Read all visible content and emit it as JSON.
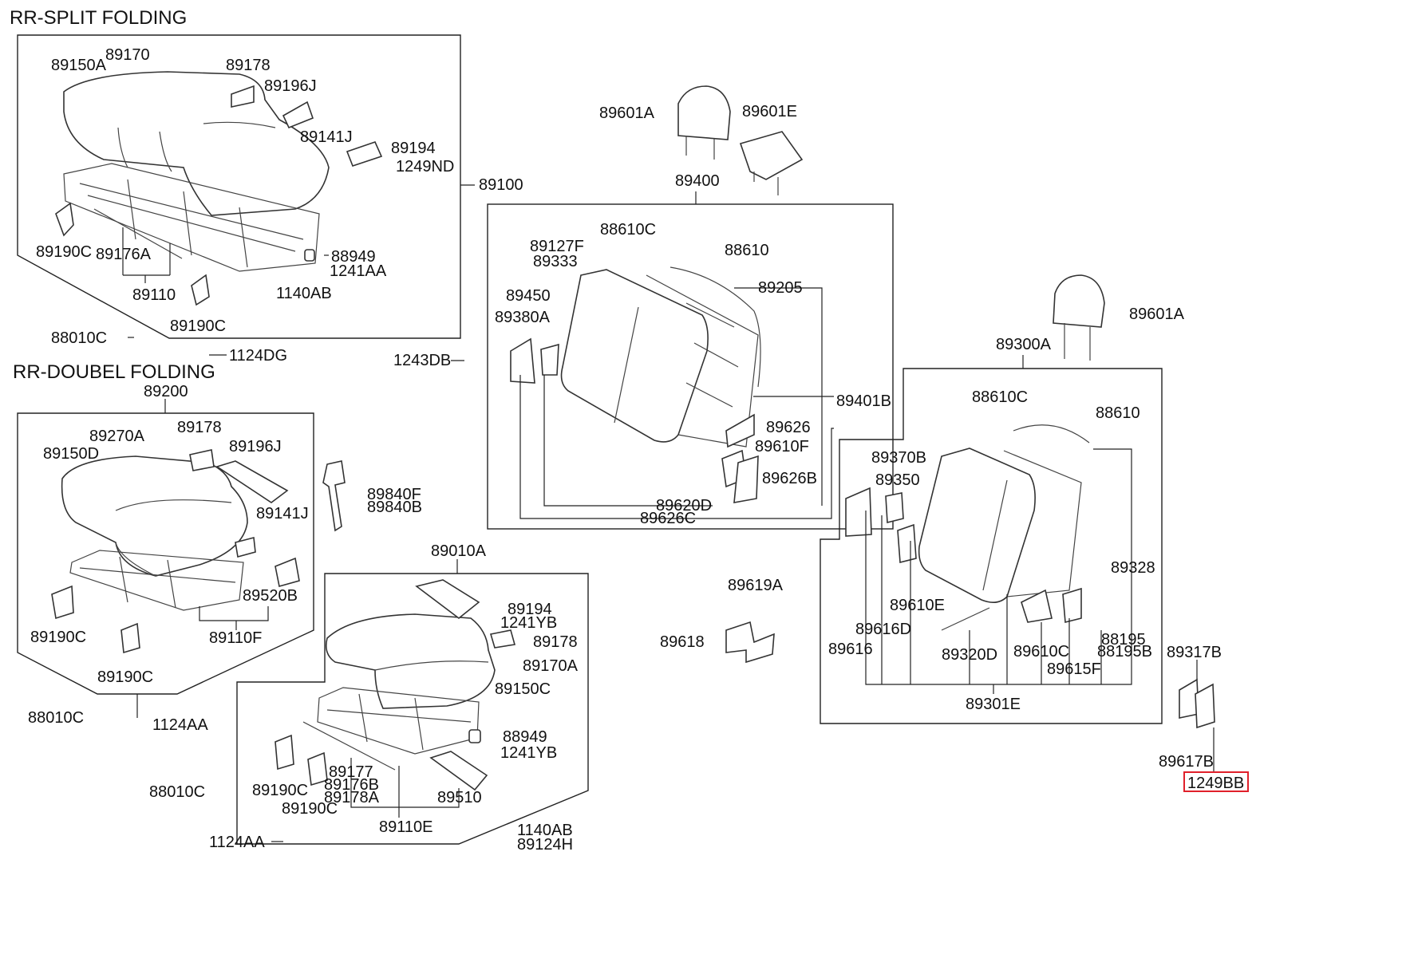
{
  "sections": {
    "rr_split": "RR-SPLIT FOLDING",
    "rr_double": "RR-DOUBEL FOLDING"
  },
  "labels": {
    "p89150A": "89150A",
    "p89170": "89170",
    "p89178a": "89178",
    "p89196Ja": "89196J",
    "p89141Ja": "89141J",
    "p89194a": "89194",
    "p1249ND": "1249ND",
    "p89100": "89100",
    "p89190Ca": "89190C",
    "p89176A": "89176A",
    "p88949a": "88949",
    "p1241AA": "1241AA",
    "p89110": "89110",
    "p1140ABa": "1140AB",
    "p89190Cb": "89190C",
    "p88010Ca": "88010C",
    "p1124DG": "1124DG",
    "p89200": "89200",
    "p89178b": "89178",
    "p89270A": "89270A",
    "p89150D": "89150D",
    "p89196Jb": "89196J",
    "p89141Jb": "89141J",
    "p89520B": "89520B",
    "p89190Cc": "89190C",
    "p89110F": "89110F",
    "p89190Cd": "89190C",
    "p88010Cb": "88010C",
    "p1124AAa": "1124AA",
    "p89840F": "89840F",
    "p89840B": "89840B",
    "p89010A": "89010A",
    "p89194b": "89194",
    "p1241YBa": "1241YB",
    "p89178c": "89178",
    "p89170A": "89170A",
    "p89150C": "89150C",
    "p88949b": "88949",
    "p1241YBb": "1241YB",
    "p88010Cc": "88010C",
    "p89190Ce": "89190C",
    "p89177": "89177",
    "p89176B": "89176B",
    "p89178A": "89178A",
    "p89190Cf": "89190C",
    "p89510": "89510",
    "p89110E": "89110E",
    "p1124AAb": "1124AA",
    "p1140ABb": "1140AB",
    "p89124H": "89124H",
    "p89601Aa": "89601A",
    "p89601E": "89601E",
    "p89400": "89400",
    "p88610Ca": "88610C",
    "p88610a": "88610",
    "p89127F": "89127F",
    "p89333": "89333",
    "p89450": "89450",
    "p89380A": "89380A",
    "p89205": "89205",
    "p1243DB": "1243DB",
    "p89401B": "89401B",
    "p89626": "89626",
    "p89610F": "89610F",
    "p89626B": "89626B",
    "p89620D": "89620D",
    "p89626C": "89626C",
    "p89619A": "89619A",
    "p89618": "89618",
    "p89601Ab": "89601A",
    "p89300A": "89300A",
    "p88610Cb": "88610C",
    "p88610b": "88610",
    "p89370B": "89370B",
    "p89350": "89350",
    "p89328": "89328",
    "p89610E": "89610E",
    "p89616D": "89616D",
    "p89616": "89616",
    "p89320D": "89320D",
    "p89610C": "89610C",
    "p88195": "88195",
    "p88195B": "88195B",
    "p89615F": "89615F",
    "p89301E": "89301E",
    "p89317B": "89317B",
    "p89617B": "89617B",
    "p1249BB": "1249BB"
  },
  "highlight_color": "#e0202a"
}
